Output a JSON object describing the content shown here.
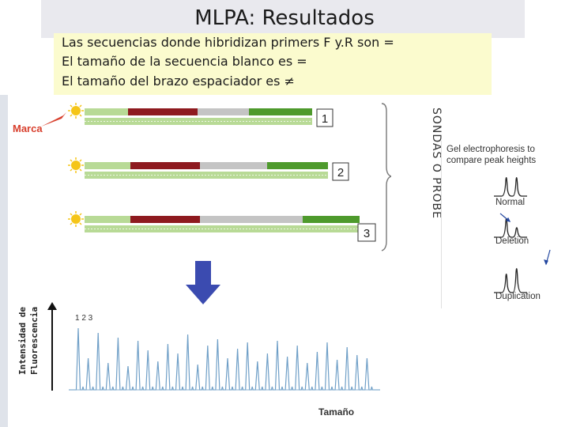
{
  "title": "MLPA: Resultados",
  "lines": [
    "Las secuencias donde hibridizan primers F y.R son =",
    "El tamaño de la secuencia blanco es =",
    "El tamaño del brazo espaciador es ≠"
  ],
  "marca_label": "Marca",
  "probe_numbers": [
    "1",
    "2",
    "3"
  ],
  "vertical_label": "SONDAS O PROBE",
  "y_axis_label": [
    "Intensidad de",
    "Fluorescencia"
  ],
  "x_axis_label": "Tamaño",
  "peak_labels": "1 2 3",
  "inset": {
    "title": "Gel electrophoresis to compare peak heights",
    "normal": "Normal",
    "deletion": "Deletion",
    "duplication": "Duplication"
  },
  "colors": {
    "light_green": "#b8da96",
    "dark_green": "#4e9a2c",
    "dark_red": "#8e1a1f",
    "gray": "#c4c4c4",
    "arrow_blue": "#3b4bb0",
    "marca_red": "#d8402e",
    "sun": "#f5c518"
  },
  "icons": [
    "sun-icon",
    "marker-icon",
    "down-arrow-icon"
  ]
}
